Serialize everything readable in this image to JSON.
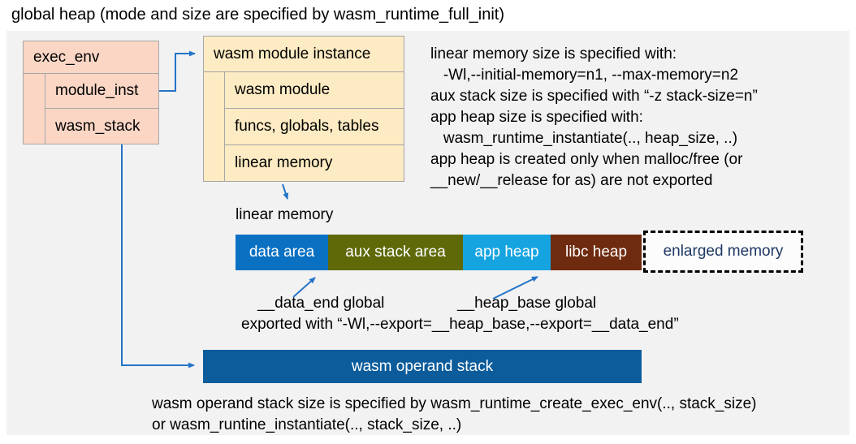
{
  "title": "global heap (mode and size are specified by wasm_runtime_full_init)",
  "exec_env": {
    "label": "exec_env",
    "rows": [
      "module_inst",
      "wasm_stack"
    ]
  },
  "module_instance": {
    "label": "wasm module instance",
    "rows": [
      "wasm module",
      "funcs, globals, tables",
      "linear memory"
    ]
  },
  "notes": {
    "lines": [
      "linear memory size is specified with:",
      "   -Wl,--initial-memory=n1, --max-memory=n2",
      "aux stack size is specified with “-z stack-size=n”",
      "app heap size is specified with:",
      "   wasm_runtime_instantiate(.., heap_size, ..)",
      "app heap is created only when malloc/free (or",
      "__new/__release for as) are not exported"
    ]
  },
  "linear_memory": {
    "label": "linear memory",
    "segments": [
      {
        "label": "data area"
      },
      {
        "label": "aux stack area"
      },
      {
        "label": "app heap"
      },
      {
        "label": "libc heap"
      },
      {
        "label": "enlarged memory"
      }
    ]
  },
  "annotations": {
    "data_end": "__data_end global",
    "heap_base": "__heap_base global",
    "exported": "exported with “-Wl,--export=__heap_base,--export=__data_end”"
  },
  "operand_stack": {
    "label": "wasm operand stack"
  },
  "footer": {
    "lines": [
      "wasm operand stack size is specified by wasm_runtime_create_exec_env(.., stack_size)",
      "or wasm_runtine_instantiate(.., stack_size, ..)"
    ]
  },
  "colors": {
    "panel_bg": "#f2f2f2",
    "box_pink": "#fbd6c5",
    "box_cream": "#fcebc3",
    "box_border": "#a6a6a6",
    "arrow_blue": "#2474c7",
    "data_area": "#0a70c2",
    "aux_stack_area": "#5f6908",
    "app_heap": "#16a4e0",
    "libc_heap": "#6f2b10",
    "operand_stack": "#0c5c9c",
    "enlarged_text": "#1f3864"
  }
}
